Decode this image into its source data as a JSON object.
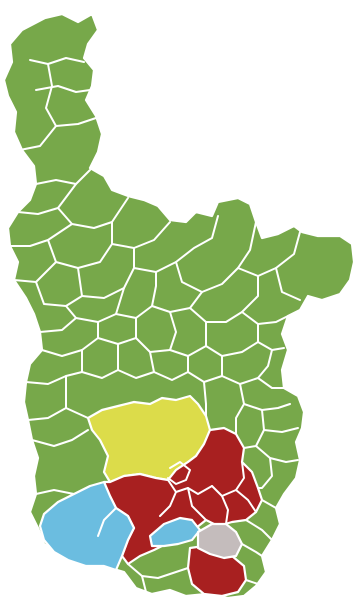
{
  "map": {
    "colors": {
      "green": "#77a84a",
      "yellow": "#dcdc4a",
      "red": "#a82020",
      "blue": "#6bbde0",
      "gray": "#c4bcbc",
      "border": "#ffffff"
    },
    "regions": [
      {
        "id": "green",
        "color_key": "green"
      },
      {
        "id": "yellow",
        "color_key": "yellow"
      },
      {
        "id": "red",
        "color_key": "red"
      },
      {
        "id": "blue",
        "color_key": "blue"
      },
      {
        "id": "gray",
        "color_key": "gray"
      }
    ]
  }
}
